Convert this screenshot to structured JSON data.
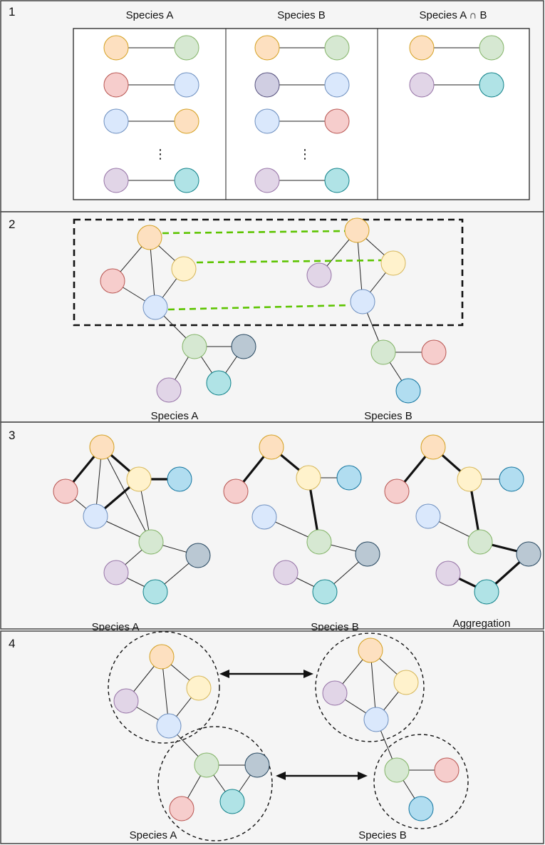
{
  "colors": {
    "orange": {
      "fill": "#fde0c0",
      "stroke": "#d4a020"
    },
    "green": {
      "fill": "#d6e8d2",
      "stroke": "#82b366"
    },
    "red": {
      "fill": "#f6cdcc",
      "stroke": "#b85450"
    },
    "blue": {
      "fill": "#dae8fc",
      "stroke": "#6c8ebf"
    },
    "purple": {
      "fill": "#e1d5e7",
      "stroke": "#9673a6"
    },
    "teal": {
      "fill": "#b0e3e6",
      "stroke": "#0e8088"
    },
    "navy": {
      "fill": "#d0cee2",
      "stroke": "#56517e"
    },
    "slate": {
      "fill": "#bac8d3",
      "stroke": "#23445d"
    },
    "yellow": {
      "fill": "#fff2cc",
      "stroke": "#d6b656"
    },
    "cyan": {
      "fill": "#b1ddf0",
      "stroke": "#10739e"
    },
    "match_line": "#5dc400"
  },
  "panel1": {
    "number": "1",
    "columns": [
      {
        "title": "Species A",
        "pairs": [
          [
            "orange",
            "green"
          ],
          [
            "red",
            "blue"
          ],
          [
            "blue",
            "orange"
          ],
          [
            "purple",
            "teal"
          ]
        ],
        "ellipsis": "⋮"
      },
      {
        "title": "Species B",
        "pairs": [
          [
            "orange",
            "green"
          ],
          [
            "navy",
            "blue"
          ],
          [
            "blue",
            "red"
          ],
          [
            "purple",
            "teal"
          ]
        ],
        "ellipsis": "⋮"
      },
      {
        "title": "Species A ∩ B",
        "pairs": [
          [
            "orange",
            "green"
          ],
          [
            "purple",
            "teal"
          ]
        ],
        "ellipsis": ""
      }
    ]
  },
  "panel2": {
    "number": "2",
    "label_a": "Species A",
    "label_b": "Species B"
  },
  "panel3": {
    "number": "3",
    "label_a": "Species A",
    "label_b": "Species B",
    "label_c": "Aggregation"
  },
  "panel4": {
    "number": "4",
    "label_a": "Species A",
    "label_b": "Species B"
  }
}
